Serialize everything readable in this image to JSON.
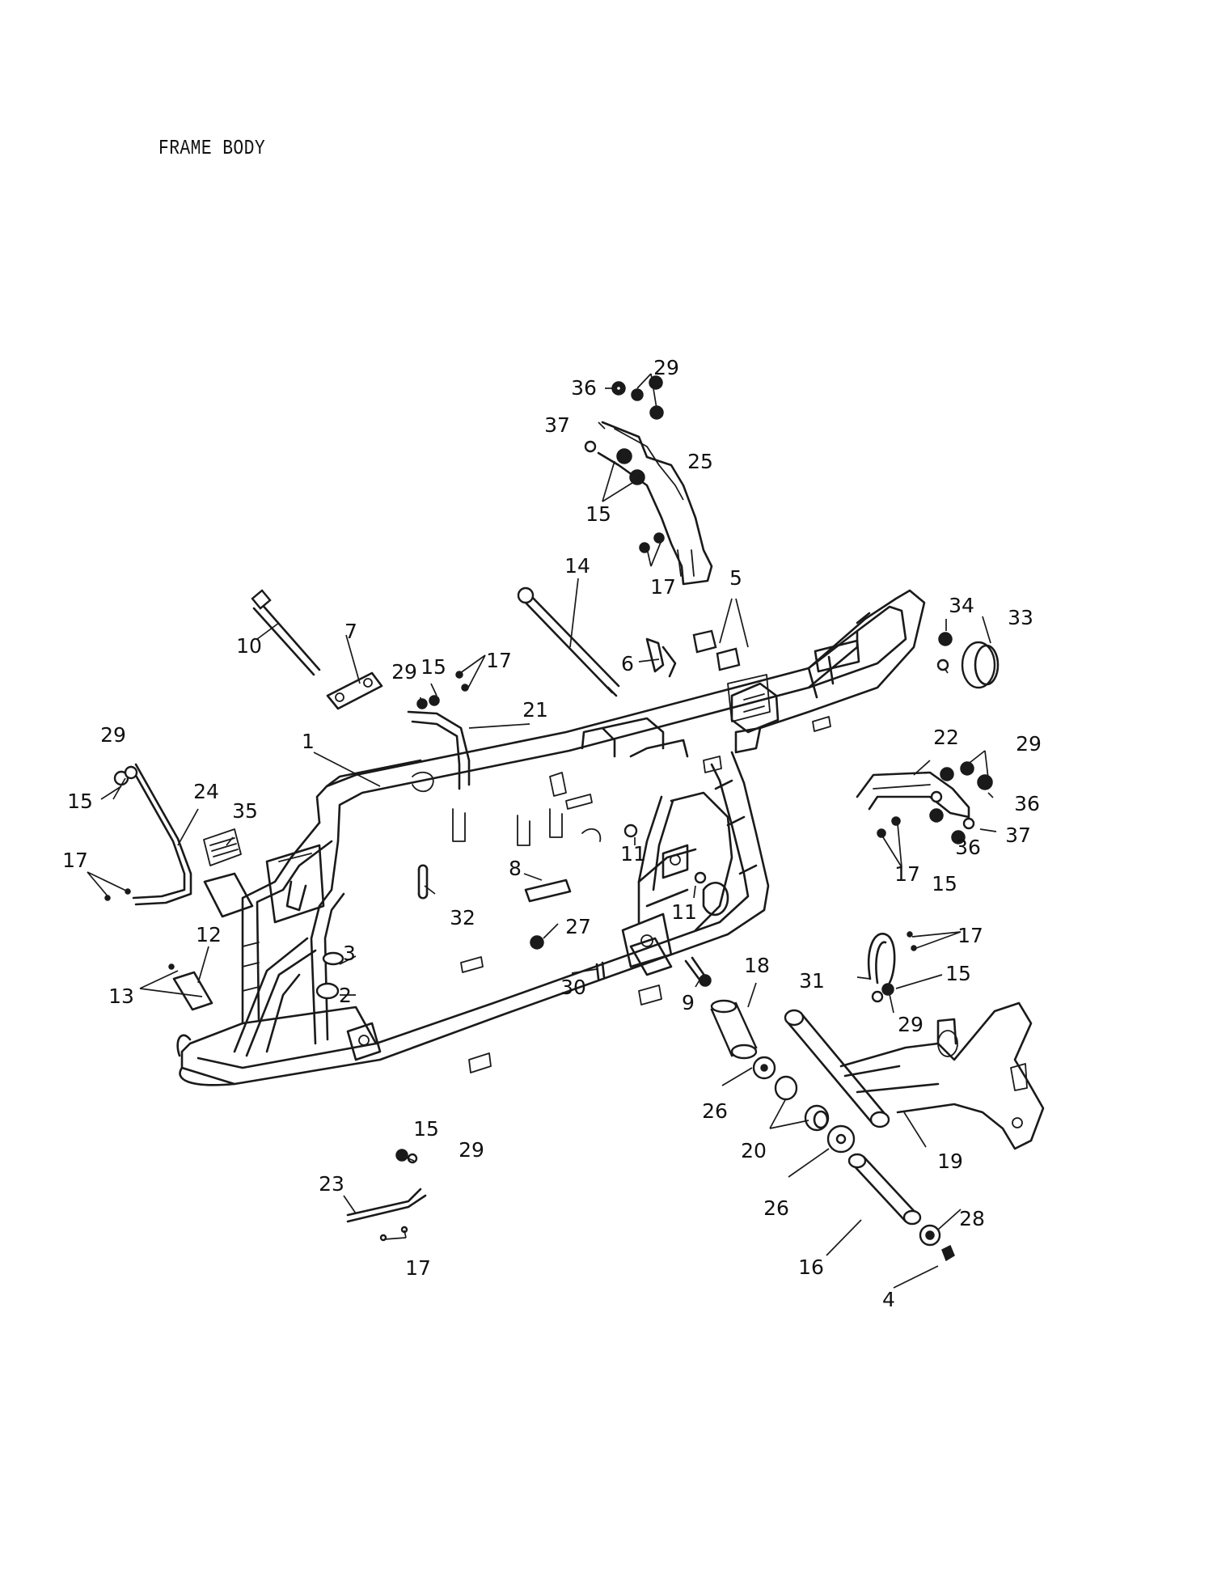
{
  "title": "FRAME BODY",
  "callouts": [
    {
      "id": "c1",
      "label": "1"
    },
    {
      "id": "c2",
      "label": "2"
    },
    {
      "id": "c3",
      "label": "3"
    },
    {
      "id": "c4",
      "label": "4"
    },
    {
      "id": "c5",
      "label": "5"
    },
    {
      "id": "c6",
      "label": "6"
    },
    {
      "id": "c7",
      "label": "7"
    },
    {
      "id": "c8",
      "label": "8"
    },
    {
      "id": "c9",
      "label": "9"
    },
    {
      "id": "c10",
      "label": "10"
    },
    {
      "id": "c11a",
      "label": "11"
    },
    {
      "id": "c11b",
      "label": "11"
    },
    {
      "id": "c12",
      "label": "12"
    },
    {
      "id": "c13",
      "label": "13"
    },
    {
      "id": "c14",
      "label": "14"
    },
    {
      "id": "c15a",
      "label": "15"
    },
    {
      "id": "c15b",
      "label": "15"
    },
    {
      "id": "c15c",
      "label": "15"
    },
    {
      "id": "c15d",
      "label": "15"
    },
    {
      "id": "c15e",
      "label": "15"
    },
    {
      "id": "c15f",
      "label": "15"
    },
    {
      "id": "c16",
      "label": "16"
    },
    {
      "id": "c17a",
      "label": "17"
    },
    {
      "id": "c17b",
      "label": "17"
    },
    {
      "id": "c17c",
      "label": "17"
    },
    {
      "id": "c17d",
      "label": "17"
    },
    {
      "id": "c17e",
      "label": "17"
    },
    {
      "id": "c17f",
      "label": "17"
    },
    {
      "id": "c18",
      "label": "18"
    },
    {
      "id": "c19",
      "label": "19"
    },
    {
      "id": "c20",
      "label": "20"
    },
    {
      "id": "c21",
      "label": "21"
    },
    {
      "id": "c22",
      "label": "22"
    },
    {
      "id": "c23",
      "label": "23"
    },
    {
      "id": "c24",
      "label": "24"
    },
    {
      "id": "c25",
      "label": "25"
    },
    {
      "id": "c26a",
      "label": "26"
    },
    {
      "id": "c26b",
      "label": "26"
    },
    {
      "id": "c27",
      "label": "27"
    },
    {
      "id": "c28",
      "label": "28"
    },
    {
      "id": "c29a",
      "label": "29"
    },
    {
      "id": "c29b",
      "label": "29"
    },
    {
      "id": "c29c",
      "label": "29"
    },
    {
      "id": "c29d",
      "label": "29"
    },
    {
      "id": "c29e",
      "label": "29"
    },
    {
      "id": "c29f",
      "label": "29"
    },
    {
      "id": "c30",
      "label": "30"
    },
    {
      "id": "c31",
      "label": "31"
    },
    {
      "id": "c32",
      "label": "32"
    },
    {
      "id": "c33",
      "label": "33"
    },
    {
      "id": "c34",
      "label": "34"
    },
    {
      "id": "c35",
      "label": "35"
    },
    {
      "id": "c36a",
      "label": "36"
    },
    {
      "id": "c36b",
      "label": "36"
    },
    {
      "id": "c36c",
      "label": "36"
    },
    {
      "id": "c37a",
      "label": "37"
    },
    {
      "id": "c37b",
      "label": "37"
    }
  ]
}
